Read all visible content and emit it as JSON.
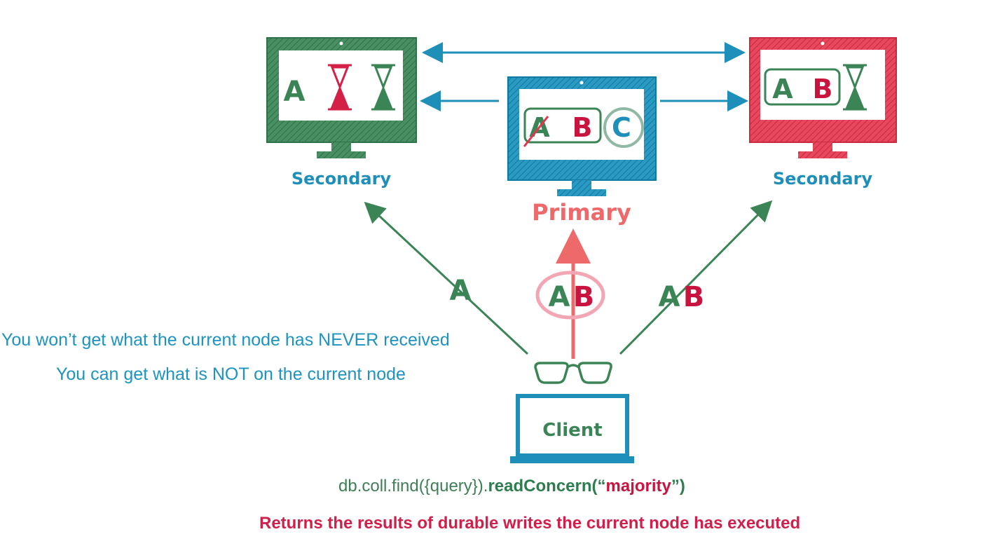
{
  "colors": {
    "green": "#3a8456",
    "red": "#e0374f",
    "teal": "#1e8fb8",
    "primary_label": "#ee6a6a"
  },
  "nodes": {
    "secondary_left": {
      "label": "Secondary",
      "items": [
        "A"
      ],
      "icons": [
        "hourglass-icon-red",
        "hourglass-icon-green"
      ]
    },
    "primary": {
      "label": "Primary",
      "items": [
        "A",
        "B",
        "C"
      ],
      "icons": [
        "strike-through-icon",
        "circle-highlight-icon"
      ]
    },
    "secondary_right": {
      "label": "Secondary",
      "items": [
        "A",
        "B"
      ],
      "icons": [
        "hourglass-icon-green"
      ]
    },
    "client": {
      "label": "Client",
      "icons": [
        "glasses-icon",
        "laptop-icon"
      ]
    }
  },
  "reads": {
    "to_secondary_left": {
      "a": "A"
    },
    "to_primary": {
      "a": "A",
      "b": "B"
    },
    "to_secondary_right": {
      "a": "A",
      "b": "B"
    }
  },
  "notes": {
    "line1": "You won’t get what the current node has NEVER received",
    "line2": "You can get what is NOT on the current node"
  },
  "code": {
    "prefix": "db.coll.find({query}).",
    "method": "readConcern(",
    "open_quote": "“",
    "arg": "majority",
    "close": "”)"
  },
  "summary": "Returns the results of durable writes the current node has executed"
}
